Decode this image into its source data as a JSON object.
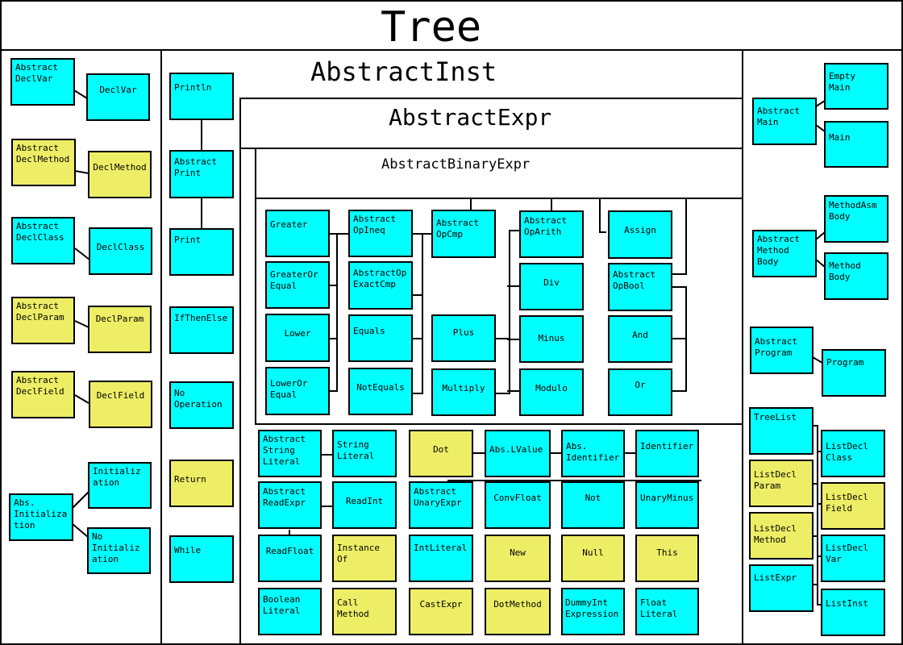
{
  "titles": {
    "tree": "Tree",
    "abstract_inst": "AbstractInst",
    "abstract_expr": "AbstractExpr",
    "abstract_binary_expr": "AbstractBinaryExpr"
  },
  "left": {
    "abstract_declvar": "Abstract\nDeclVar",
    "declvar": "DeclVar",
    "abstract_declmethod": "Abstract\nDeclMethod",
    "declmethod": "DeclMethod",
    "abstract_declclass": "Abstract\nDeclClass",
    "declclass": "DeclClass",
    "abstract_declparam": "Abstract\nDeclParam",
    "declparam": "DeclParam",
    "abstract_declfield": "Abstract\nDeclField",
    "declfield": "DeclField",
    "initialization": "Initializ\nation",
    "abs_initialization": "Abs.\nInitializa\ntion",
    "no_initialization": "No\nInitializ\nation"
  },
  "inst": {
    "println": "Println",
    "abstract_print": "Abstract\nPrint",
    "print": "Print",
    "ifthenelse": "IfThenElse",
    "no_operation": "No\nOperation",
    "return": "Return",
    "while": "While"
  },
  "binary": {
    "greater": "Greater",
    "greater_or_equal": "GreaterOr\nEqual",
    "lower": "Lower",
    "lower_or_equal": "LowerOr\nEqual",
    "abstract_opineq": "Abstract\nOpIneq",
    "abstract_opexactcmp": "AbstractOp\nExactCmp",
    "equals": "Equals",
    "notequals": "NotEquals",
    "abstract_opcmp": "Abstract\nOpCmp",
    "plus": "Plus",
    "multiply": "Multiply",
    "abstract_oparith": "Abstract\nOpArith",
    "div": "Div",
    "minus": "Minus",
    "modulo": "Modulo",
    "assign": "Assign",
    "abstract_opbool": "Abstract\nOpBool",
    "and": "And",
    "or": "Or"
  },
  "expr": {
    "abstract_string_literal": "Abstract\nString\nLiteral",
    "string_literal": "String\nLiteral",
    "dot": "Dot",
    "abs_lvalue": "Abs.LValue",
    "abs_identifier": "Abs.\nIdentifier",
    "identifier": "Identifier",
    "abstract_readexpr": "Abstract\nReadExpr",
    "readint": "ReadInt",
    "abstract_unaryexpr": "Abstract\nUnaryExpr",
    "convfloat": "ConvFloat",
    "not": "Not",
    "unaryminus": "UnaryMinus",
    "readfloat": "ReadFloat",
    "instanceof": "Instance\nOf",
    "intliteral": "IntLiteral",
    "new": "New",
    "null": "Null",
    "this": "This",
    "boolean_literal": "Boolean\nLiteral",
    "call_method": "Call\nMethod",
    "castexpr": "CastExpr",
    "dotmethod": "DotMethod",
    "dummy_int_expression": "DummyInt\nExpression",
    "float_literal": "Float\nLiteral"
  },
  "right": {
    "empty_main": "Empty\nMain",
    "abstract_main": "Abstract\nMain",
    "main": "Main",
    "methodasm_body": "MethodAsm\nBody",
    "abstract_method_body": "Abstract\nMethod\nBody",
    "method_body": "Method\nBody",
    "abstract_program": "Abstract\nProgram",
    "program": "Program",
    "treelist": "TreeList",
    "listdecl_class": "ListDecl\nClass",
    "listdecl_param": "ListDecl\nParam",
    "listdecl_field": "ListDecl\nField",
    "listdecl_method": "ListDecl\nMethod",
    "listdecl_var": "ListDecl\nVar",
    "listexpr": "ListExpr",
    "listinst": "ListInst"
  },
  "colors": {
    "concrete": "#00ffff",
    "abstract_or_other": "#eeee66",
    "border": "#000000",
    "background": "#ffffff"
  }
}
